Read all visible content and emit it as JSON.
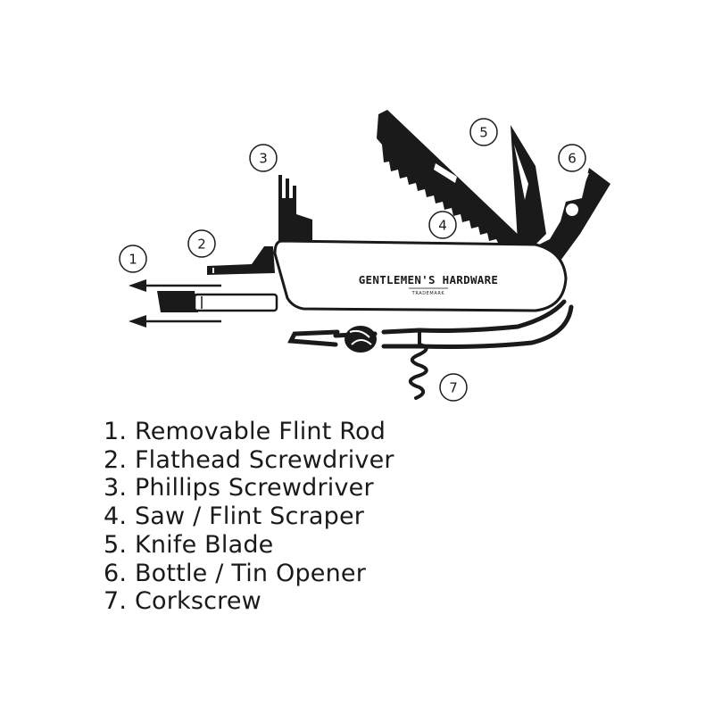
{
  "colors": {
    "ink": "#1a1a1a",
    "background": "#ffffff"
  },
  "knife": {
    "brand": "GENTLEMEN'S HARDWARE",
    "trademark": "TRADEMARK"
  },
  "callouts": [
    "1",
    "2",
    "3",
    "4",
    "5",
    "6",
    "7"
  ],
  "legend": [
    "1. Removable Flint Rod",
    "2. Flathead Screwdriver",
    "3. Phillips Screwdriver",
    "4. Saw / Flint Scraper",
    "5. Knife Blade",
    "6. Bottle / Tin Opener",
    "7. Corkscrew"
  ]
}
